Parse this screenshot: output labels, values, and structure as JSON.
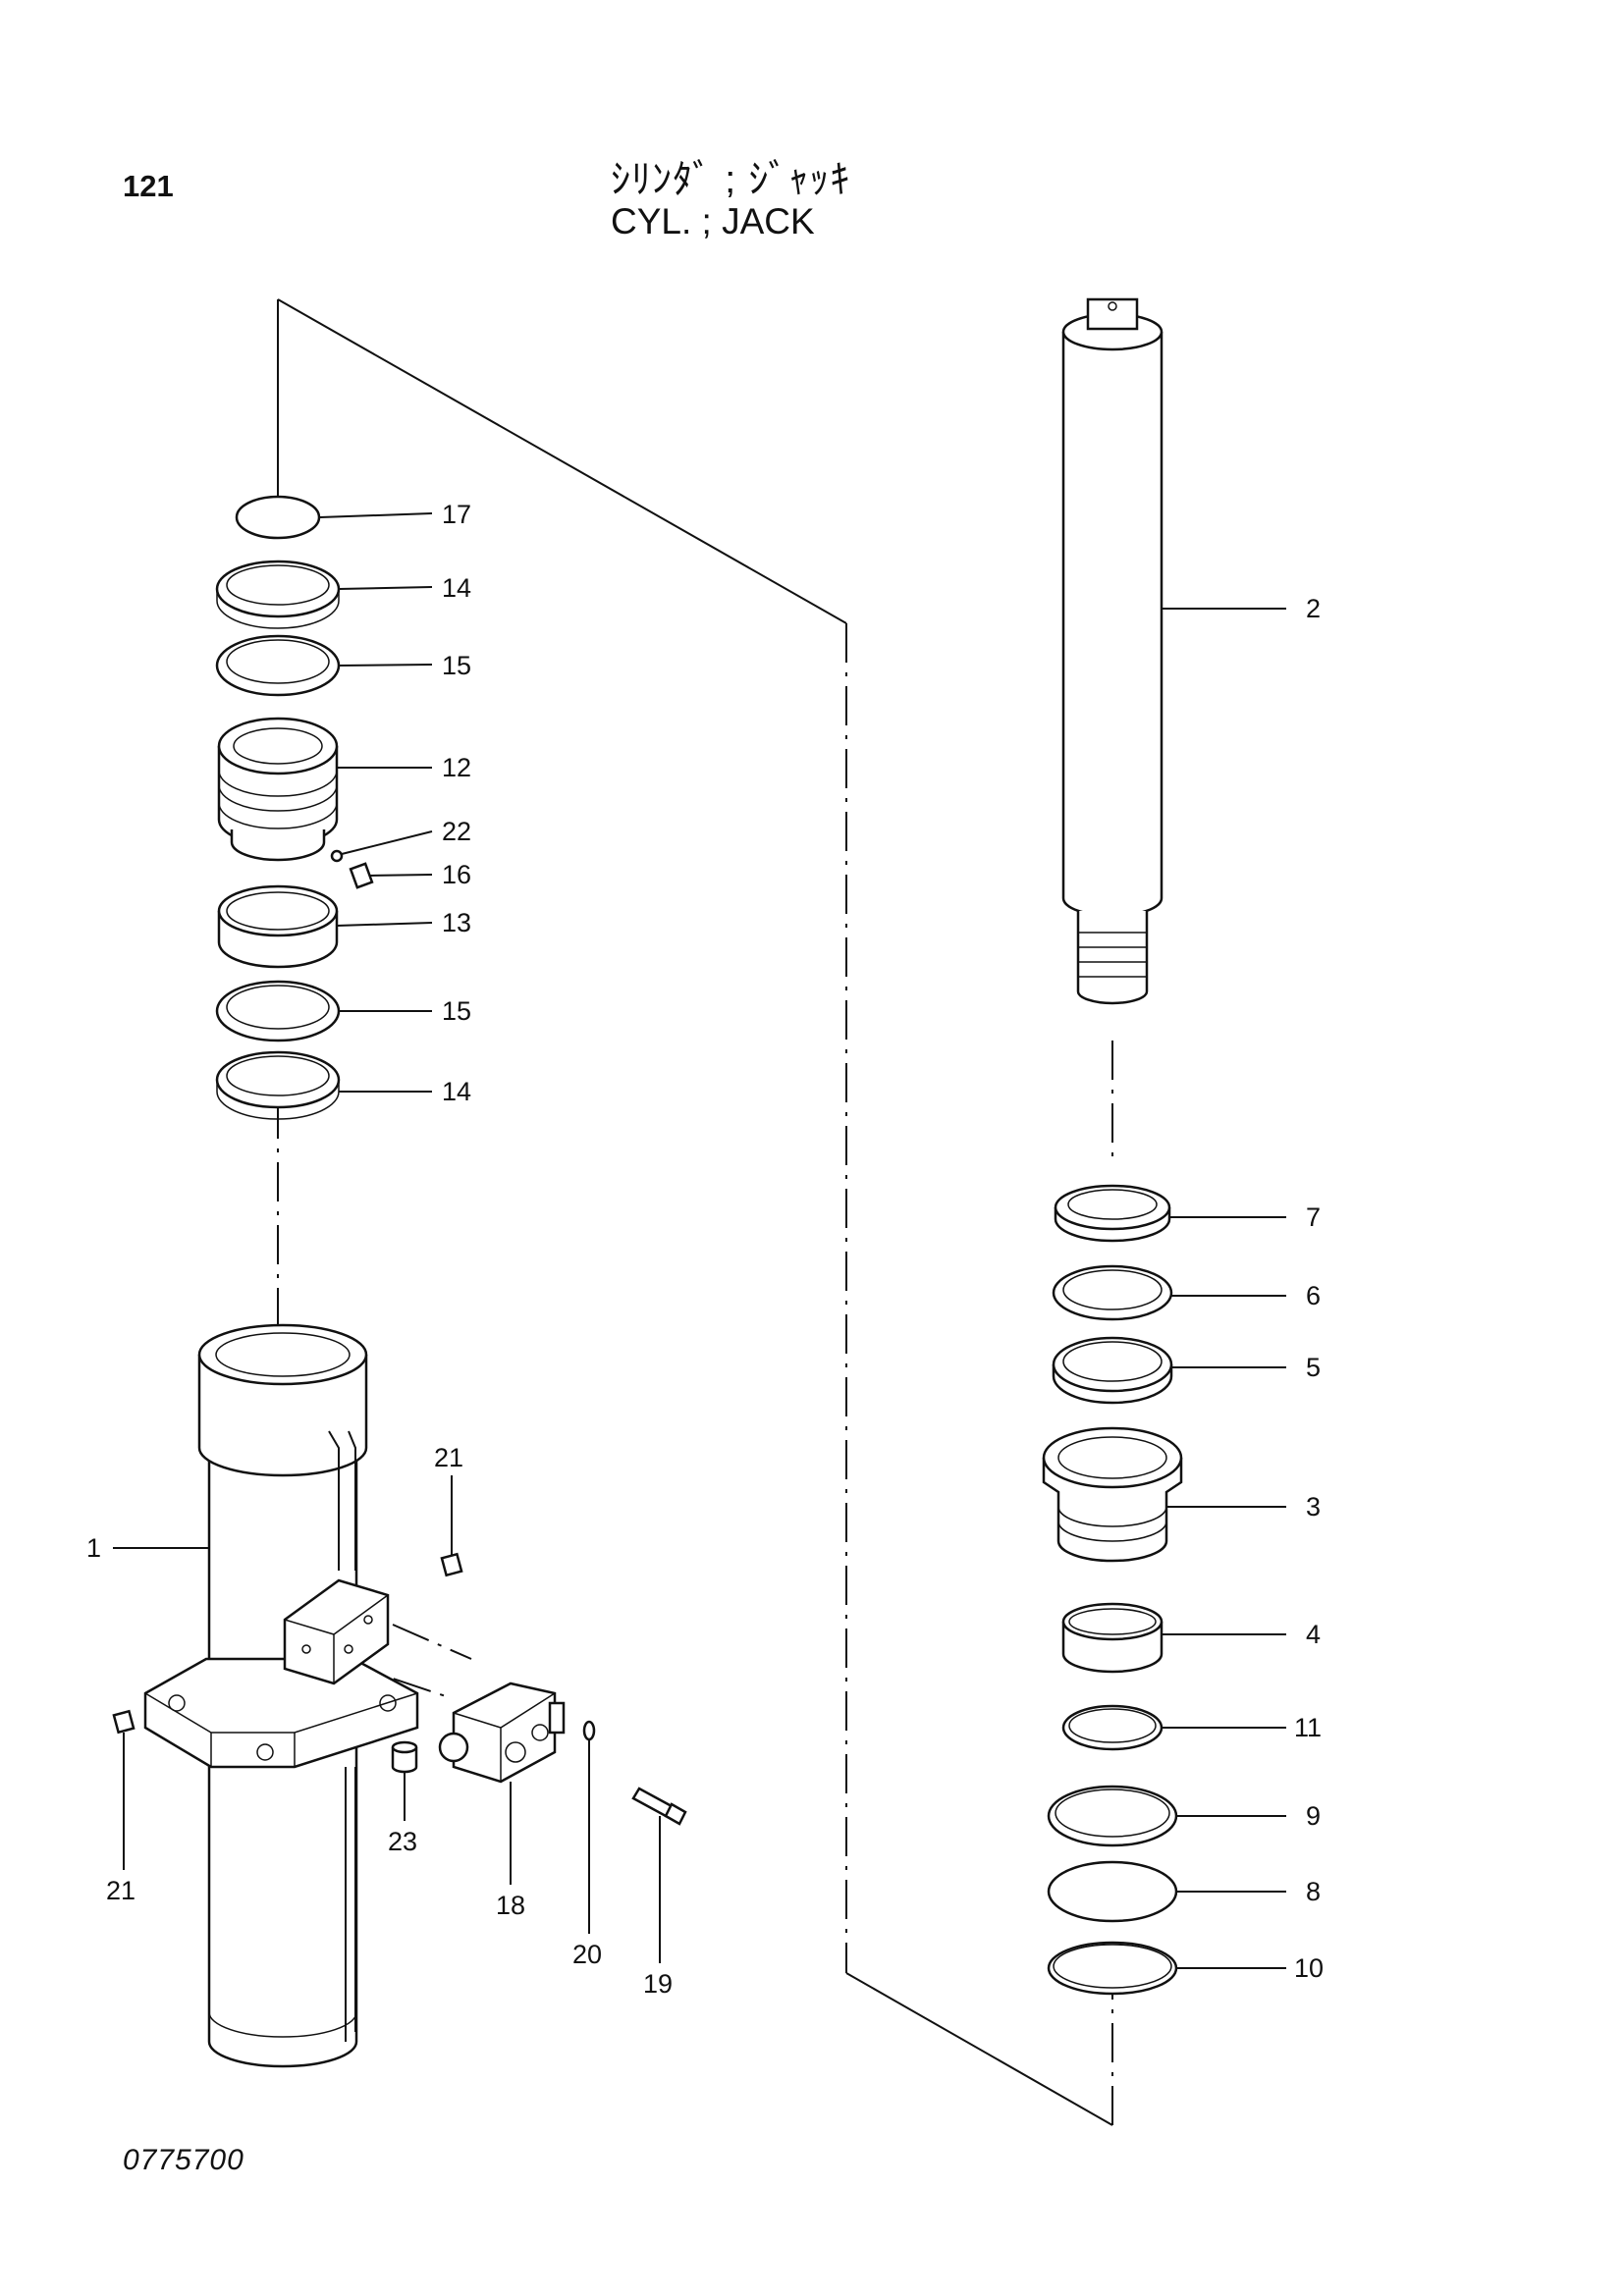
{
  "header": {
    "page_number": "121",
    "title_jp": "ｼﾘﾝﾀﾞ ; ｼﾞｬｯｷ",
    "title_en": "CYL. ; JACK"
  },
  "footer": {
    "drawing_code": "0775700"
  },
  "callouts": [
    {
      "id": "c17",
      "label": "17"
    },
    {
      "id": "c14a",
      "label": "14"
    },
    {
      "id": "c15a",
      "label": "15"
    },
    {
      "id": "c12",
      "label": "12"
    },
    {
      "id": "c22",
      "label": "22"
    },
    {
      "id": "c16",
      "label": "16"
    },
    {
      "id": "c13",
      "label": "13"
    },
    {
      "id": "c15b",
      "label": "15"
    },
    {
      "id": "c14b",
      "label": "14"
    },
    {
      "id": "c2",
      "label": "2"
    },
    {
      "id": "c7",
      "label": "7"
    },
    {
      "id": "c6",
      "label": "6"
    },
    {
      "id": "c5",
      "label": "5"
    },
    {
      "id": "c3",
      "label": "3"
    },
    {
      "id": "c4",
      "label": "4"
    },
    {
      "id": "c11",
      "label": "11"
    },
    {
      "id": "c9",
      "label": "9"
    },
    {
      "id": "c8",
      "label": "8"
    },
    {
      "id": "c10",
      "label": "10"
    },
    {
      "id": "c1",
      "label": "1"
    },
    {
      "id": "c21a",
      "label": "21"
    },
    {
      "id": "c21b",
      "label": "21"
    },
    {
      "id": "c23",
      "label": "23"
    },
    {
      "id": "c18",
      "label": "18"
    },
    {
      "id": "c20",
      "label": "20"
    },
    {
      "id": "c19",
      "label": "19"
    }
  ]
}
